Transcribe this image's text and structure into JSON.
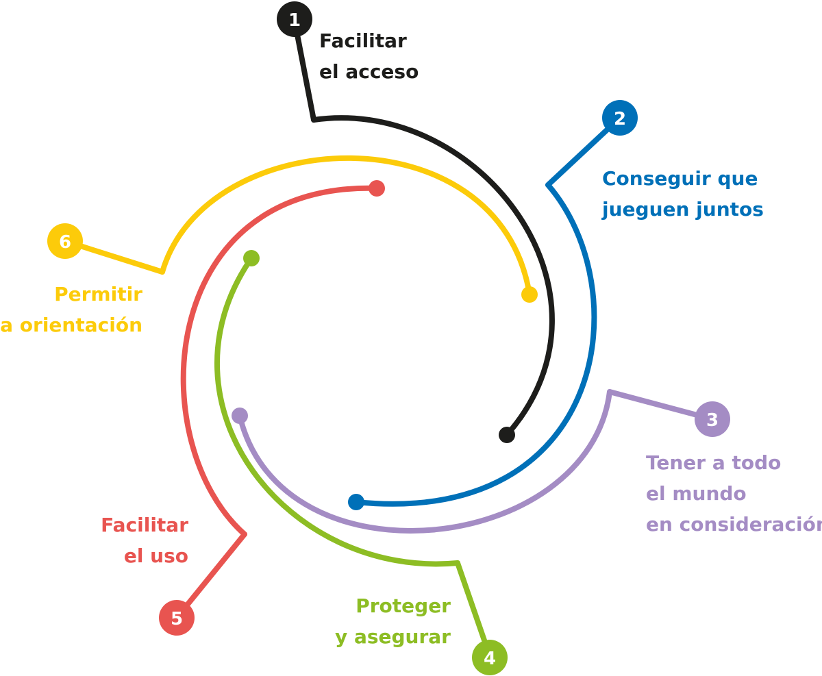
{
  "colors": {
    "c1": "#1d1d1b",
    "c2": "#0070b8",
    "c3": "#a48cc4",
    "c4": "#8dbd24",
    "c5": "#e85450",
    "c6": "#fccb0a"
  },
  "items": [
    {
      "number": "1",
      "lines": [
        "Facilitar",
        "el acceso"
      ]
    },
    {
      "number": "2",
      "lines": [
        "Conseguir que",
        "jueguen juntos"
      ]
    },
    {
      "number": "3",
      "lines": [
        "Tener a todo",
        "el mundo",
        "en consideración"
      ]
    },
    {
      "number": "4",
      "lines": [
        "Proteger",
        "y asegurar"
      ]
    },
    {
      "number": "5",
      "lines": [
        "Facilitar",
        "el uso"
      ]
    },
    {
      "number": "6",
      "lines": [
        "Permitir",
        "la orientación"
      ]
    }
  ]
}
